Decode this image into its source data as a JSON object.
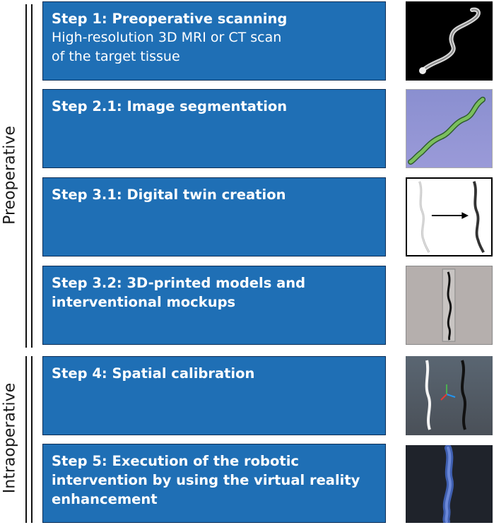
{
  "phases": {
    "preoperative": "Preoperative",
    "intraoperative": "Intraoperative"
  },
  "steps": [
    {
      "title": "Step 1: Preoperative scanning",
      "description": [
        "High-resolution 3D MRI or CT scan",
        "of the target tissue"
      ]
    },
    {
      "title": "Step 2.1: Image segmentation",
      "description": []
    },
    {
      "title": "Step 3.1: Digital twin creation",
      "description": []
    },
    {
      "title": "Step 3.2: 3D-printed models and",
      "title_line2": "interventional mockups",
      "description": []
    },
    {
      "title": "Step 4: Spatial calibration",
      "description": []
    },
    {
      "title": "Step 5: Execution of the robotic",
      "title_line2": "intervention by using the virtual reality",
      "title_line3": "enhancement",
      "description": []
    }
  ],
  "colors": {
    "step_fill": "#1f6fb5",
    "step_border": "#0c2d55",
    "phase_line": "#111111"
  },
  "icons": [
    "mri-scan-image",
    "segmentation-image",
    "digital-twin-image",
    "printed-model-image",
    "calibration-image",
    "vr-intervention-image"
  ]
}
